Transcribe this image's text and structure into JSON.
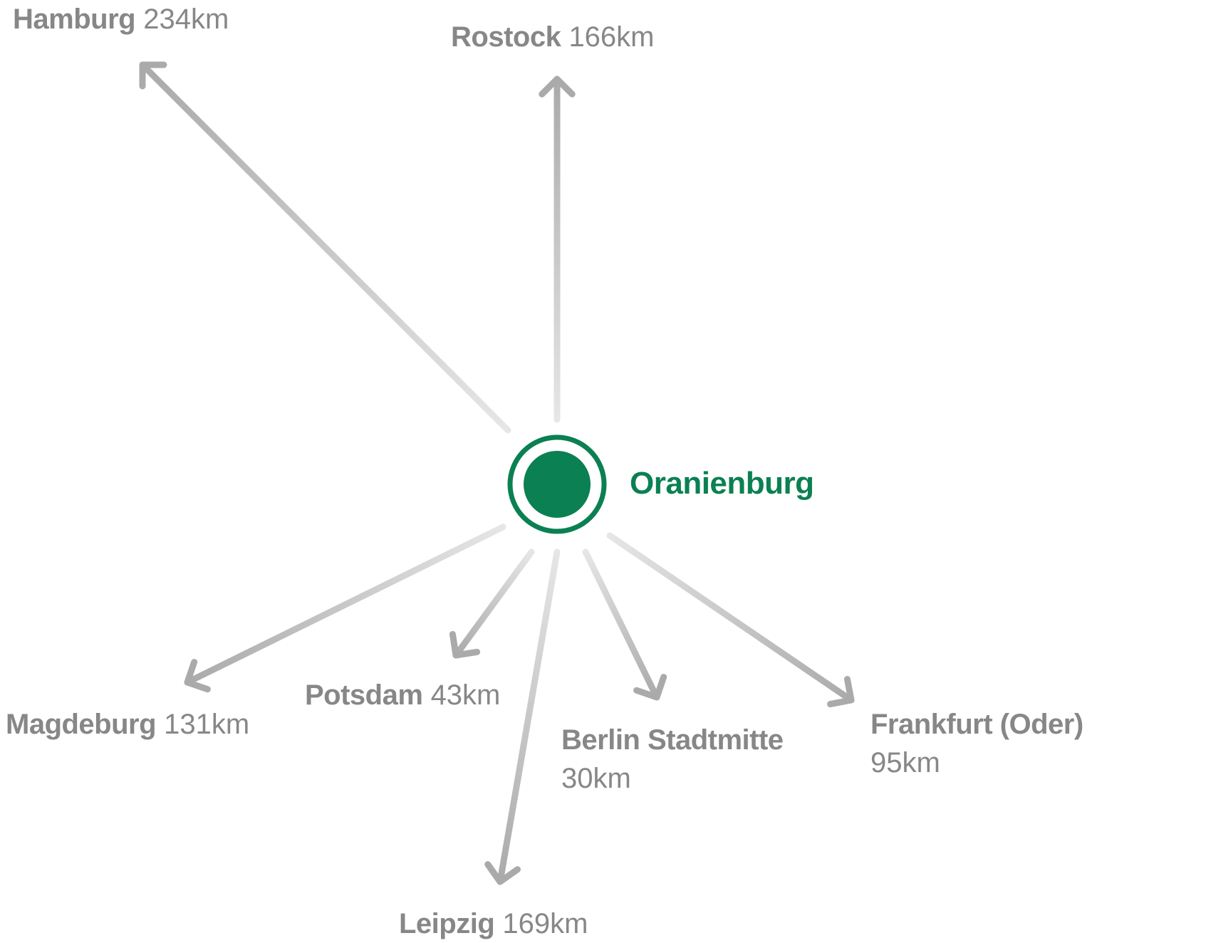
{
  "center": {
    "name": "Oranienburg"
  },
  "destinations": [
    {
      "name": "Hamburg",
      "distance": "234km"
    },
    {
      "name": "Rostock",
      "distance": "166km"
    },
    {
      "name": "Magdeburg",
      "distance": "131km"
    },
    {
      "name": "Potsdam",
      "distance": "43km"
    },
    {
      "name": "Leipzig",
      "distance": "169km"
    },
    {
      "name": "Berlin Stadtmitte",
      "distance": "30km"
    },
    {
      "name": "Frankfurt (Oder)",
      "distance": "95km"
    }
  ],
  "colors": {
    "accent": "#0b8052",
    "label": "#878787",
    "arrow_far": "#aaaaaa",
    "arrow_near": "#e6e6e6"
  }
}
